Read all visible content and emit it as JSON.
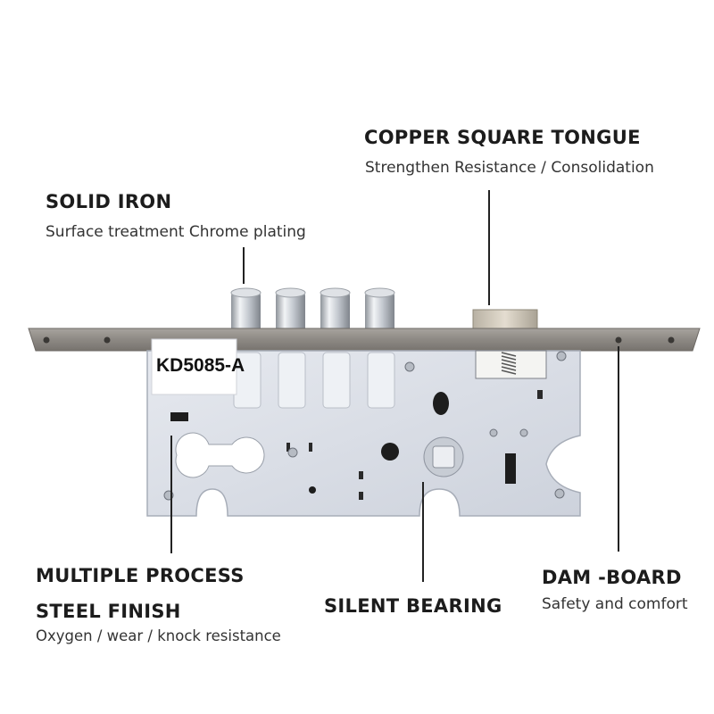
{
  "callouts": {
    "copper_square_tongue": {
      "title": "COPPER SQUARE TONGUE",
      "subtitle": "Strengthen Resistance / Consolidation"
    },
    "solid_iron": {
      "title": "SOLID IRON",
      "subtitle": "Surface treatment Chrome plating"
    },
    "multiple_process": {
      "title_line1": "MULTIPLE PROCESS",
      "title_line2": "STEEL FINISH",
      "subtitle": "Oxygen / wear / knock resistance"
    },
    "silent_bearing": {
      "title": "SILENT BEARING"
    },
    "dam_board": {
      "title": "DAM -BOARD",
      "subtitle": "Safety and comfort"
    }
  },
  "product": {
    "model_label": "KD5085-A"
  },
  "colors": {
    "faceplate": "#8c8882",
    "body_plate": "#d9dde6",
    "chrome_bolt": "#c8ccd2",
    "brass_tongue": "#cfc6b4",
    "pointer_line": "#222222",
    "text": "#1c1c1c"
  }
}
